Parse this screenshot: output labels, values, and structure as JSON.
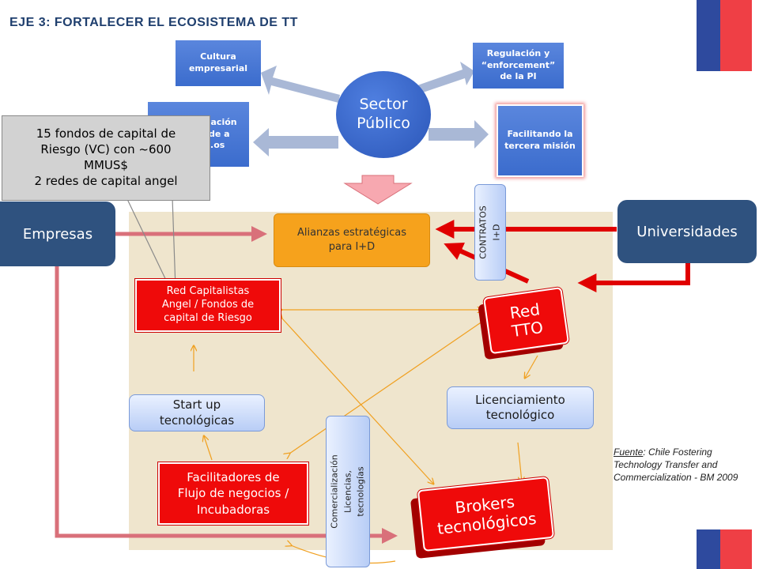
{
  "title": "EJE 3:  FORTALECER EL ECOSISTEMA DE TT",
  "center": {
    "label": "Sector\nPúblico"
  },
  "top_boxes": {
    "cultura": "Cultura\nempresarial",
    "regulacion": "Regulación  y\n“enforcement”\nde la PI",
    "facilitando": "Facilitando la\ntercera misión",
    "hidden": "...ulación\n...de a\n...os"
  },
  "callout": {
    "text": "15 fondos de capital de\nRiesgo (VC) con  ~600\nMMUS$\n2 redes de capital angel"
  },
  "empresas": "Empresas",
  "universidades": "Universidades",
  "alianzas": "Alianzas estratégicas\npara I+D",
  "contratos": "CONTRATOS  I+D",
  "red_capitalistas": "Red Capitalistas\nAngel / Fondos de\ncapital de Riesgo",
  "red_tto": "Red\nTTO",
  "start_up": "Start up\ntecnológicas",
  "licenciamiento": "Licenciamiento\ntecnológico",
  "facilitadores": "Facilitadores de\nFlujo de negocios /\nIncubadoras",
  "comercializacion": "Comercialización\nLicencias, tecnologías",
  "brokers": "Brokers\ntecnológicos",
  "source": {
    "label": "Fuente",
    "text": ": Chile Fostering Technology Transfer and Commercialization - BM 2009"
  },
  "colors": {
    "dark_blue": "#2f527f",
    "blue": "#3b6ccd",
    "red": "#ef0a0a",
    "orange": "#f6a21c",
    "panel": "#efe5cd"
  }
}
